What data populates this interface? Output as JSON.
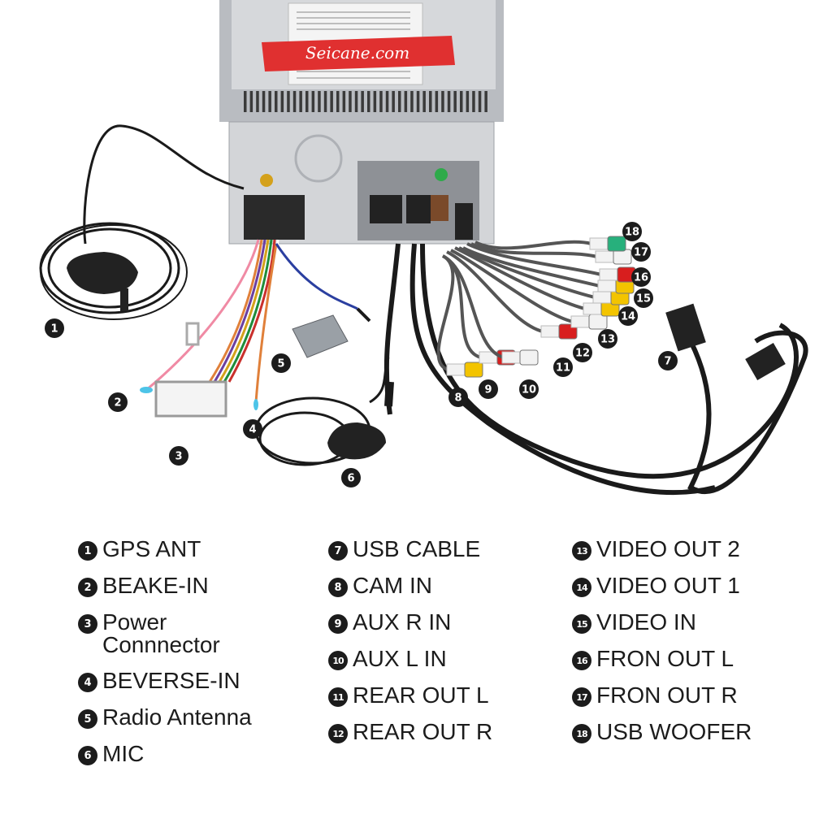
{
  "photo": {
    "label_text": "Seicane.com",
    "colors": {
      "cable": "#1a1a1a",
      "unit_body": "#c9cbcf",
      "label_red": "#e03030",
      "rca_yellow": "#f3c400",
      "rca_red": "#d81e1e",
      "rca_white": "#f2f2f2",
      "rca_green": "#27b07c"
    }
  },
  "callouts": [
    {
      "num": "1"
    },
    {
      "num": "2"
    },
    {
      "num": "3"
    },
    {
      "num": "4"
    },
    {
      "num": "5"
    },
    {
      "num": "6"
    },
    {
      "num": "7"
    },
    {
      "num": "8"
    },
    {
      "num": "9"
    },
    {
      "num": "10"
    },
    {
      "num": "11"
    },
    {
      "num": "12"
    },
    {
      "num": "13"
    },
    {
      "num": "14"
    },
    {
      "num": "15"
    },
    {
      "num": "16"
    },
    {
      "num": "17"
    },
    {
      "num": "18"
    }
  ],
  "legend": {
    "col1": [
      {
        "num": "1",
        "label": "GPS ANT"
      },
      {
        "num": "2",
        "label": "BEAKE-IN"
      },
      {
        "num": "3",
        "label": "Power\nConnnector"
      },
      {
        "num": "4",
        "label": "BEVERSE-IN"
      },
      {
        "num": "5",
        "label": "Radio Antenna"
      },
      {
        "num": "6",
        "label": "MIC"
      }
    ],
    "col2": [
      {
        "num": "7",
        "label": "USB CABLE"
      },
      {
        "num": "8",
        "label": "CAM IN"
      },
      {
        "num": "9",
        "label": "AUX R IN"
      },
      {
        "num": "10",
        "label": "AUX L IN"
      },
      {
        "num": "11",
        "label": "REAR OUT L"
      },
      {
        "num": "12",
        "label": "REAR OUT R"
      }
    ],
    "col3": [
      {
        "num": "13",
        "label": "VIDEO OUT 2"
      },
      {
        "num": "14",
        "label": "VIDEO OUT 1"
      },
      {
        "num": "15",
        "label": "VIDEO IN"
      },
      {
        "num": "16",
        "label": "FRON OUT L"
      },
      {
        "num": "17",
        "label": "FRON OUT R"
      },
      {
        "num": "18",
        "label": "USB WOOFER"
      }
    ]
  }
}
